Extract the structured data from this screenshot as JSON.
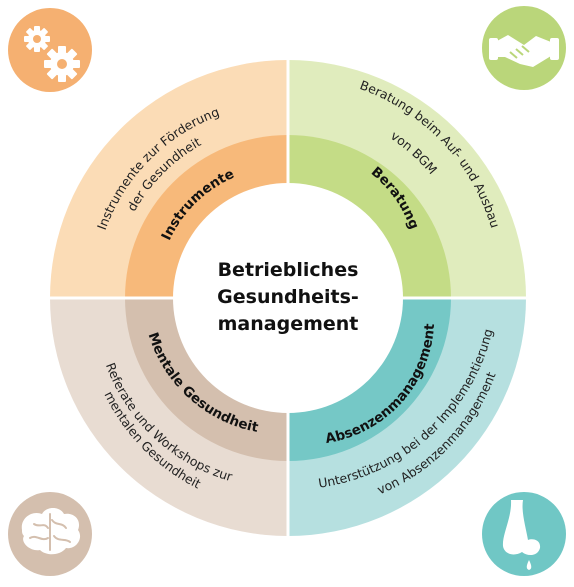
{
  "center": {
    "lines": [
      "Betriebliches",
      "Gesundheits-",
      "management"
    ]
  },
  "quadrants": [
    {
      "key": "instrumente",
      "title": "Instrumente",
      "description": [
        "Instrumente zur Förderung",
        "der Gesundheit"
      ],
      "icon": "gears-icon",
      "colors": {
        "outer": "#fbdcb6",
        "inner": "#f7b97a",
        "icon": "#f5b071"
      }
    },
    {
      "key": "beratung",
      "title": "Beratung",
      "description": [
        "Beratung beim Auf- und Ausbau",
        "von BGM"
      ],
      "icon": "handshake-icon",
      "colors": {
        "outer": "#e0ecbd",
        "inner": "#c4dc86",
        "icon": "#bad67a"
      }
    },
    {
      "key": "absenzen",
      "title": "Absenzenmanagement",
      "description": [
        "Unterstützung bei der Implementierung",
        "von Absenzenmanagement"
      ],
      "icon": "nose-icon",
      "colors": {
        "outer": "#b6e0e0",
        "inner": "#75c8c6",
        "icon": "#70c7c5"
      }
    },
    {
      "key": "mental",
      "title": "Mentale Gesundheit",
      "description": [
        "Referate und Workshops zur",
        "mentalen Gesundheit"
      ],
      "icon": "brain-icon",
      "colors": {
        "outer": "#e8dcd2",
        "inner": "#d4bfae",
        "icon": "#d4bfae"
      }
    }
  ]
}
